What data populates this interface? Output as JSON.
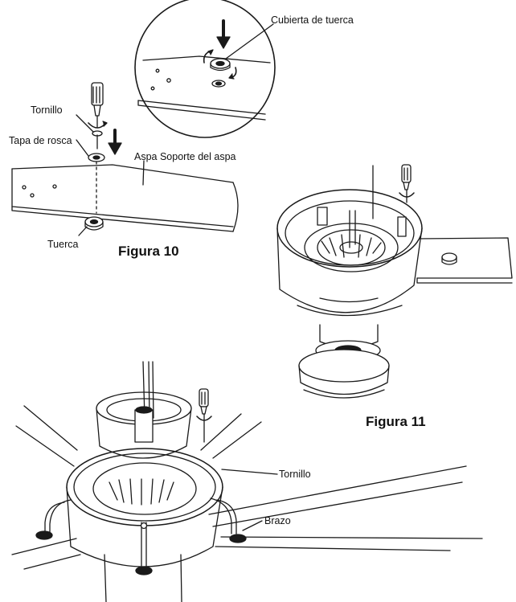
{
  "labels": {
    "cubierta": "Cubierta de tuerca",
    "tornillo_top": "Tornillo",
    "tapa": "Tapa de rosca",
    "aspa": "Aspa Soporte del aspa",
    "tuerca": "Tuerca",
    "tornillo_bottom": "Tornillo",
    "brazo": "Brazo"
  },
  "figures": {
    "fig10": "Figura 10",
    "fig11": "Figura 11"
  }
}
